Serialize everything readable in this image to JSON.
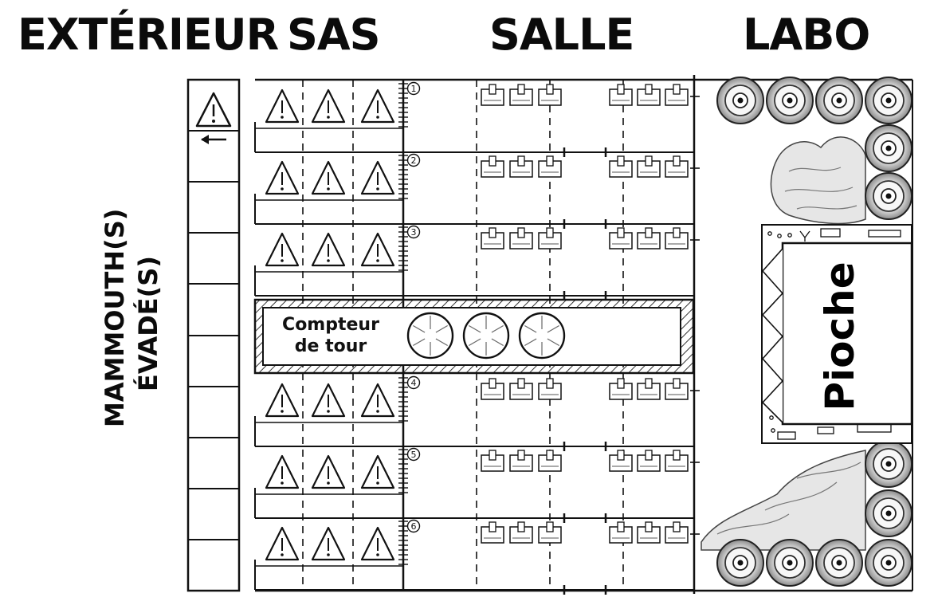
{
  "headers": {
    "exterior": "EXTÉRIEUR",
    "airlock": "SAS",
    "room": "SALLE",
    "lab": "LABO"
  },
  "side_label": {
    "line1": "MAMMOUTH(S)",
    "line2": "ÉVADÉ(S)"
  },
  "turn_counter": {
    "label_line1": "Compteur",
    "label_line2": "de tour",
    "dial_count": 3
  },
  "draw_pile": {
    "label": "Pioche"
  },
  "track": {
    "slot_count": 10,
    "exit_arrow_icon": "arrow-left-icon",
    "warning_icon": "warning-triangle-icon"
  },
  "rows": [
    {
      "number": "1"
    },
    {
      "number": "2"
    },
    {
      "number": "3"
    },
    {
      "number": "4"
    },
    {
      "number": "5"
    },
    {
      "number": "6"
    }
  ],
  "icons": {
    "warning": "warning-triangle-icon",
    "card_slot": "card-slot-icon",
    "barrel": "barrel-icon",
    "rock": "rock-pile-icon"
  },
  "colors": {
    "ink": "#111111",
    "paper": "#ffffff",
    "hatch": "#333333"
  }
}
